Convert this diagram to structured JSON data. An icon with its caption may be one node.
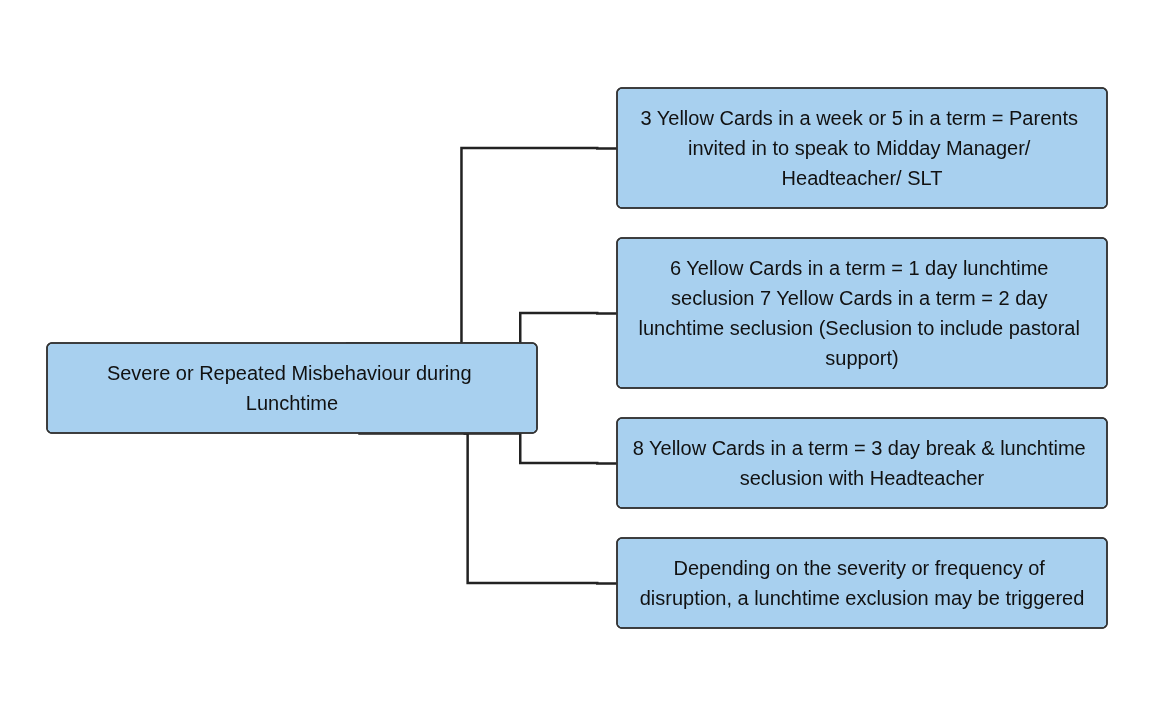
{
  "diagram": {
    "nodes": [
      {
        "text": [
          "Severe or Repeated Misbehaviour during Lunchtime"
        ]
      },
      {
        "text": [
          "3 Yellow Cards in a week or 5 in a term = Parents invited in to speak to Midday Manager/ Headteacher/ SLT"
        ]
      },
      {
        "text": [
          "6 Yellow Cards in a term = 1 day lunchtime seclusion 7 Yellow Cards in a term = 2 day lunchtime seclusion (Seclusion to include pastoral support)"
        ]
      },
      {
        "text": [
          "8 Yellow Cards in a term = 3 day break & lunchtime seclusion with Headteacher"
        ]
      },
      {
        "text": [
          "Depending on the severity or frequency of disruption, a lunchtime exclusion may be triggered"
        ]
      }
    ],
    "edges": [
      {
        "from": 0,
        "to": 1,
        "arrow": "none"
      },
      {
        "from": 0,
        "to": 2,
        "arrow": "none"
      },
      {
        "from": 0,
        "to": 3,
        "arrow": "none"
      },
      {
        "from": 0,
        "to": 4,
        "arrow": "none"
      }
    ]
  }
}
